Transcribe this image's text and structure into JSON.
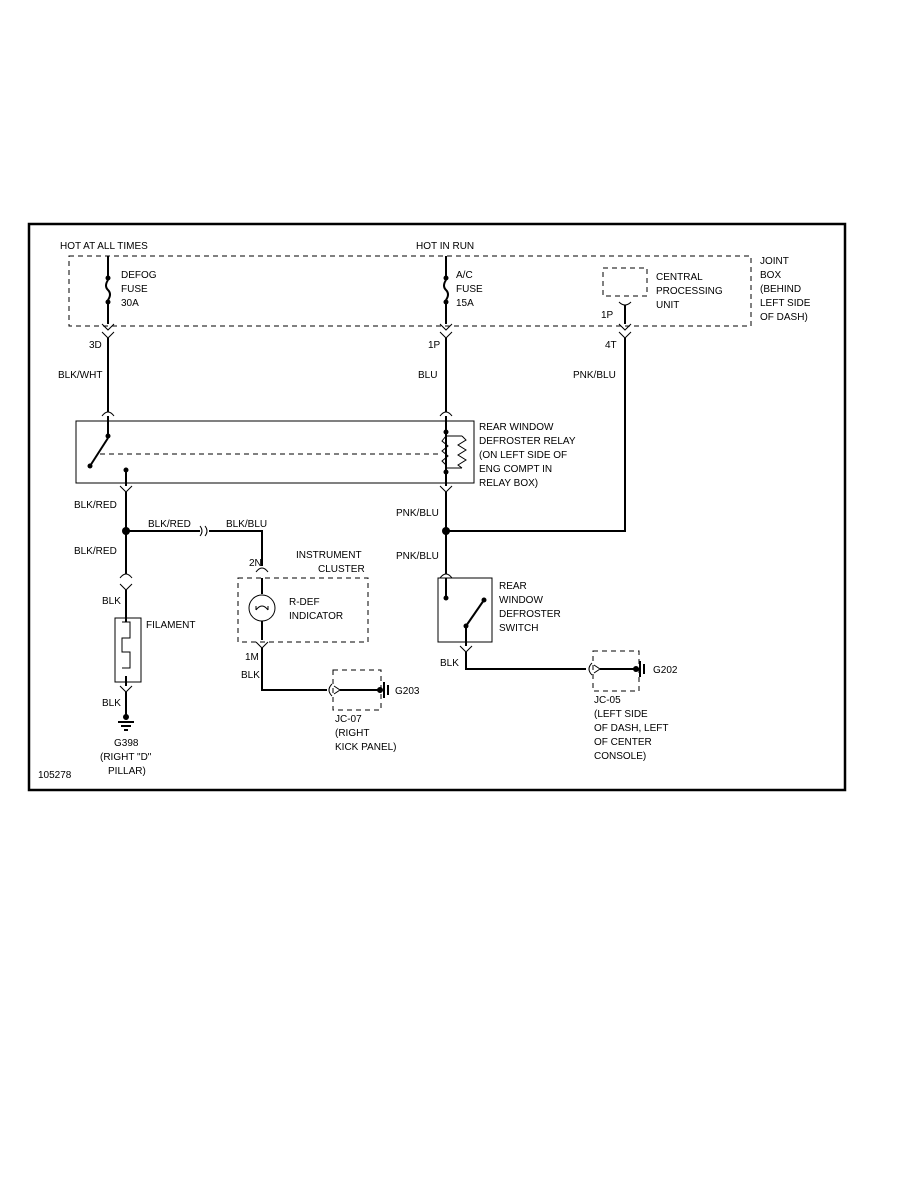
{
  "diagram": {
    "ref_number": "105278",
    "power_labels": {
      "hot_at_all_times": "HOT AT ALL TIMES",
      "hot_in_run": "HOT IN RUN"
    },
    "joint_box": [
      "JOINT",
      "BOX",
      "(BEHIND",
      "LEFT SIDE",
      "OF DASH)"
    ],
    "defog_fuse": [
      "DEFOG",
      "FUSE",
      "30A"
    ],
    "ac_fuse": [
      "A/C",
      "FUSE",
      "15A"
    ],
    "cpu": [
      "CENTRAL",
      "PROCESSING",
      "UNIT"
    ],
    "pins": {
      "p3d": "3D",
      "p1p_left": "1P",
      "p1p_right": "1P",
      "p4t": "4T",
      "p2n": "2N",
      "p1m": "1M"
    },
    "wires": {
      "blk_wht": "BLK/WHT",
      "blu": "BLU",
      "pnk_blu": "PNK/BLU",
      "blk_red": "BLK/RED",
      "blk_blu": "BLK/BLU",
      "blk": "BLK"
    },
    "relay": [
      "REAR WINDOW",
      "DEFROSTER RELAY",
      "(ON LEFT SIDE OF",
      "ENG COMPT IN",
      "RELAY BOX)"
    ],
    "instrument_cluster": [
      "INSTRUMENT",
      "CLUSTER"
    ],
    "indicator": [
      "R-DEF",
      "INDICATOR"
    ],
    "switch": [
      "REAR",
      "WINDOW",
      "DEFROSTER",
      "SWITCH"
    ],
    "filament": "FILAMENT",
    "grounds": {
      "g203": "G203",
      "g202": "G202",
      "g398": [
        "G398",
        "(RIGHT \"D\"",
        "PILLAR)"
      ]
    },
    "jc07": [
      "JC-07",
      "(RIGHT",
      "KICK PANEL)"
    ],
    "jc05": [
      "JC-05",
      "(LEFT SIDE",
      "OF DASH, LEFT",
      "OF CENTER",
      "CONSOLE)"
    ]
  }
}
